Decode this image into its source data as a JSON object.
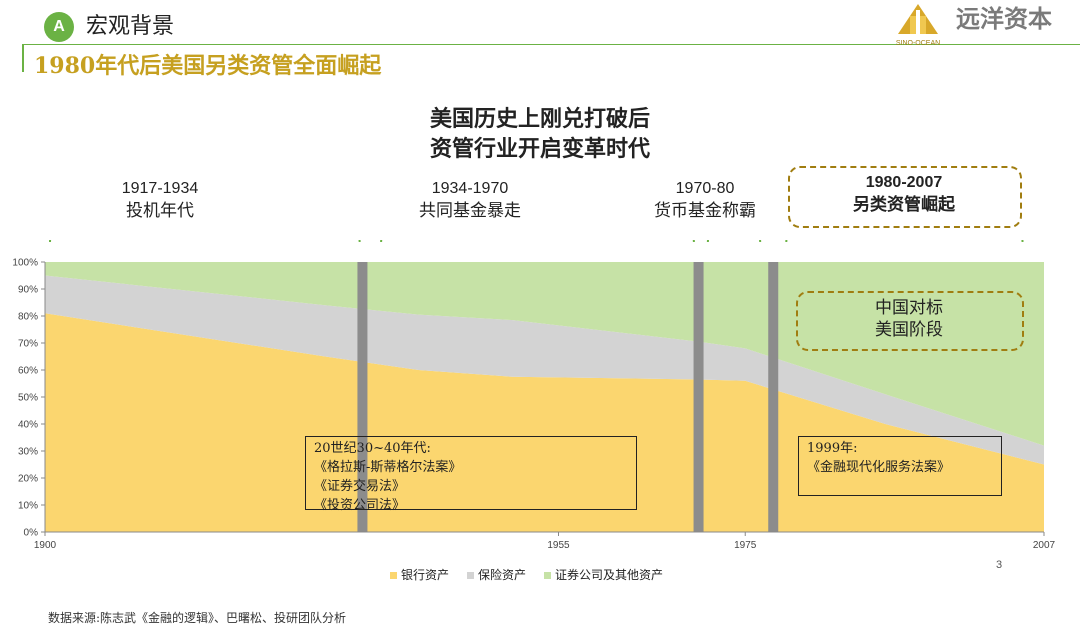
{
  "header": {
    "badge": "A",
    "section_title": "宏观背景",
    "subtitle": "1980年代后美国另类资管全面崛起",
    "brand_cn": "远洋资本",
    "brand_en": "SINO-OCEAN"
  },
  "chart_title_lines": [
    "美国历史上刚兑打破后",
    "资管行业开启变革时代"
  ],
  "periods": [
    {
      "years": "1917-1934",
      "label": "投机年代"
    },
    {
      "years": "1934-1970",
      "label": "共同基金暴走"
    },
    {
      "years": "1970-80",
      "label": "货币基金称霸"
    },
    {
      "years": "1980-2007",
      "label": "另类资管崛起"
    }
  ],
  "china_callout": [
    "中国对标",
    "美国阶段"
  ],
  "notes": {
    "left": [
      "20世纪30~40年代:",
      "《格拉斯-斯蒂格尔法案》",
      "《证券交易法》",
      "《投资公司法》"
    ],
    "right": [
      "1999年:",
      "《金融现代化服务法案》"
    ]
  },
  "chart_data": {
    "type": "area",
    "stacked": true,
    "x_tick_labels": [
      "1900",
      "1955",
      "1975",
      "2007"
    ],
    "x_tick_values": [
      1900,
      1955,
      1975,
      2007
    ],
    "xlim": [
      1900,
      2007
    ],
    "ylim": [
      0,
      100
    ],
    "y_ticks": [
      "0%",
      "10%",
      "20%",
      "30%",
      "40%",
      "50%",
      "60%",
      "70%",
      "80%",
      "90%",
      "100%"
    ],
    "x": [
      1900,
      1930,
      1940,
      1950,
      1970,
      1975,
      1990,
      2007
    ],
    "series": [
      {
        "name": "银行资产",
        "color": "#fbd66f",
        "values": [
          81,
          65,
          60,
          57.5,
          56.5,
          56,
          40,
          25
        ]
      },
      {
        "name": "保险资产",
        "color": "#d3d3d3",
        "values": [
          14,
          19,
          20.5,
          21,
          14,
          12,
          11,
          7
        ]
      },
      {
        "name": "证券公司及其他资产",
        "color": "#c6e2a6",
        "values": [
          5,
          16,
          19.5,
          21.5,
          29.5,
          32,
          49,
          68
        ]
      }
    ],
    "dividers": [
      1934,
      1970,
      1978
    ],
    "legend_position": "bottom"
  },
  "page_number": "3",
  "source": "数据来源:陈志武《金融的逻辑》、巴曙松、投研团队分析"
}
